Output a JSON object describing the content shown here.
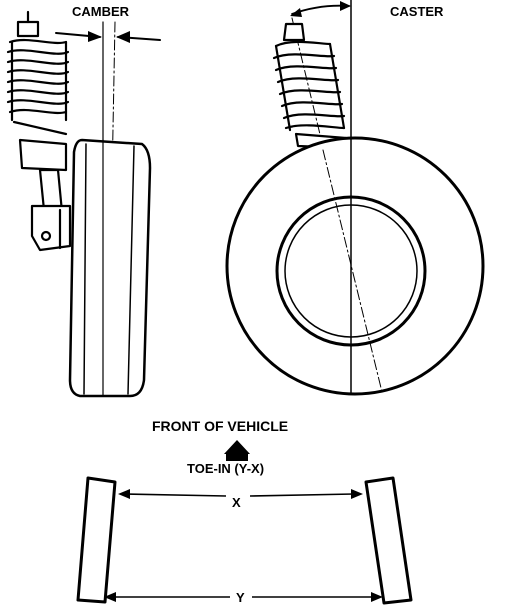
{
  "labels": {
    "camber": "CAMBER",
    "caster": "CASTER",
    "front_of_vehicle": "FRONT OF VEHICLE",
    "toe_in": "TOE-IN (Y-X)",
    "x": "X",
    "y": "Y"
  },
  "colors": {
    "ink": "#000000",
    "paper": "#ffffff"
  },
  "icons": {
    "front_arrow": "arrow-up-icon"
  }
}
